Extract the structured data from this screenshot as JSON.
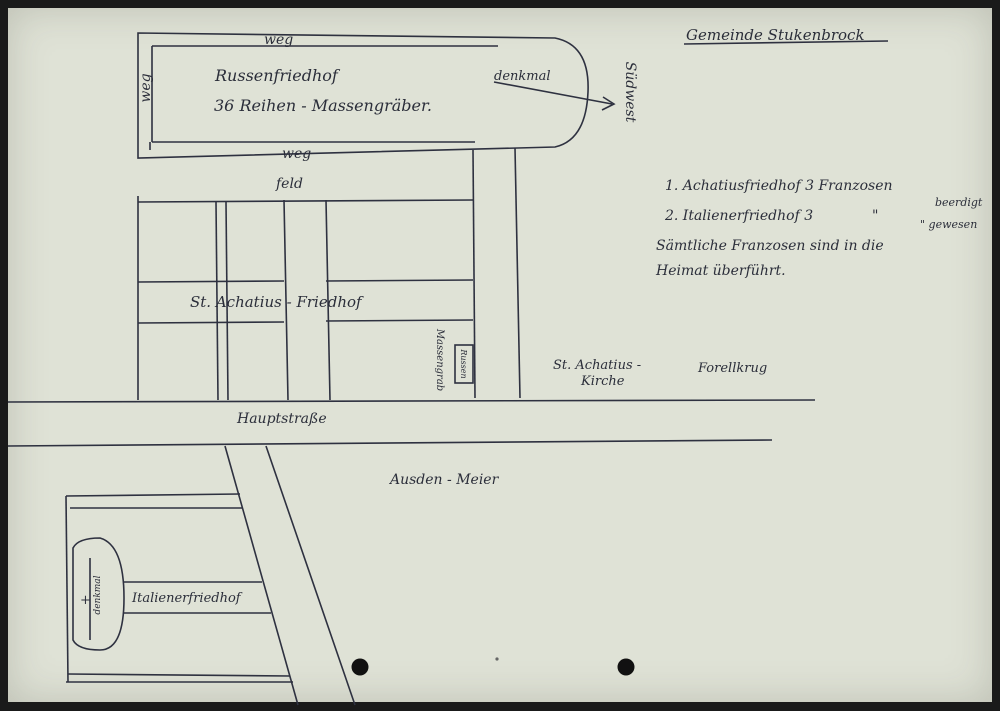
{
  "header": {
    "title": "Gemeinde Stukenbrock"
  },
  "top_map": {
    "cemetery_name": "Russenfriedhof",
    "cemetery_detail": "36 Reihen - Massengräber.",
    "weg_top": "weg",
    "weg_left": "weg",
    "weg_bottom": "weg",
    "denkmal": "denkmal",
    "direction": "Südwest",
    "feld": "feld"
  },
  "middle_map": {
    "cemetery_name": "St. Achatius - Friedhof",
    "massengrab": "Massengrab",
    "russen": "Russen",
    "street": "Hauptstraße",
    "church": "St. Achatius -",
    "church_line2": "Kirche",
    "inn": "Forellkrug"
  },
  "notes": {
    "line1": "1. Achatiusfriedhof 3 Franzosen",
    "line2": "2. Italienerfriedhof 3",
    "ditto": "\"",
    "beerdigt": "beerdigt",
    "gewesen": "\" gewesen",
    "line3": "Sämtliche Franzosen sind in die",
    "line4": "Heimat überführt."
  },
  "bottom_map": {
    "area": "Ausden - Meier",
    "cemetery_name": "Italienerfriedhof",
    "denkmal": "denkmal",
    "cross": "+"
  }
}
